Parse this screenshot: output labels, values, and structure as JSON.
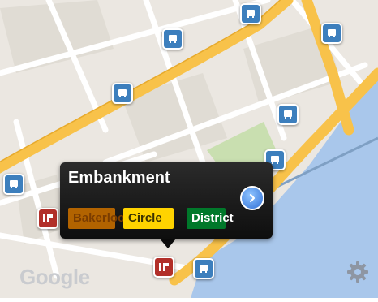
{
  "map": {
    "colors": {
      "land": "#ebe7e1",
      "street": "#ffffff",
      "major_road": "#f8c24a",
      "water": "#a9c7eb",
      "park": "#c9dfb0",
      "block": "#e0dcd4"
    },
    "attribution": "Google",
    "settings_icon": "gear-icon"
  },
  "markers": [
    {
      "kind": "bus",
      "icon": "bus-stop-icon"
    },
    {
      "kind": "bus",
      "icon": "bus-stop-icon"
    },
    {
      "kind": "bus",
      "icon": "bus-stop-icon"
    },
    {
      "kind": "bus",
      "icon": "bus-stop-icon"
    },
    {
      "kind": "bus",
      "icon": "bus-stop-icon"
    },
    {
      "kind": "bus",
      "icon": "bus-stop-icon"
    },
    {
      "kind": "bus",
      "icon": "bus-stop-icon"
    },
    {
      "kind": "bus",
      "icon": "bus-stop-icon"
    },
    {
      "kind": "rail",
      "icon": "rail-station-icon"
    },
    {
      "kind": "rail",
      "icon": "rail-station-icon"
    }
  ],
  "popup": {
    "station_name": "Embankment",
    "lines": [
      {
        "name": "Bakerloo",
        "color": "#b26300"
      },
      {
        "name": "Circle",
        "color": "#ffd300"
      },
      {
        "name": "District",
        "color": "#00782a"
      }
    ],
    "detail_icon": "chevron-right-icon"
  }
}
